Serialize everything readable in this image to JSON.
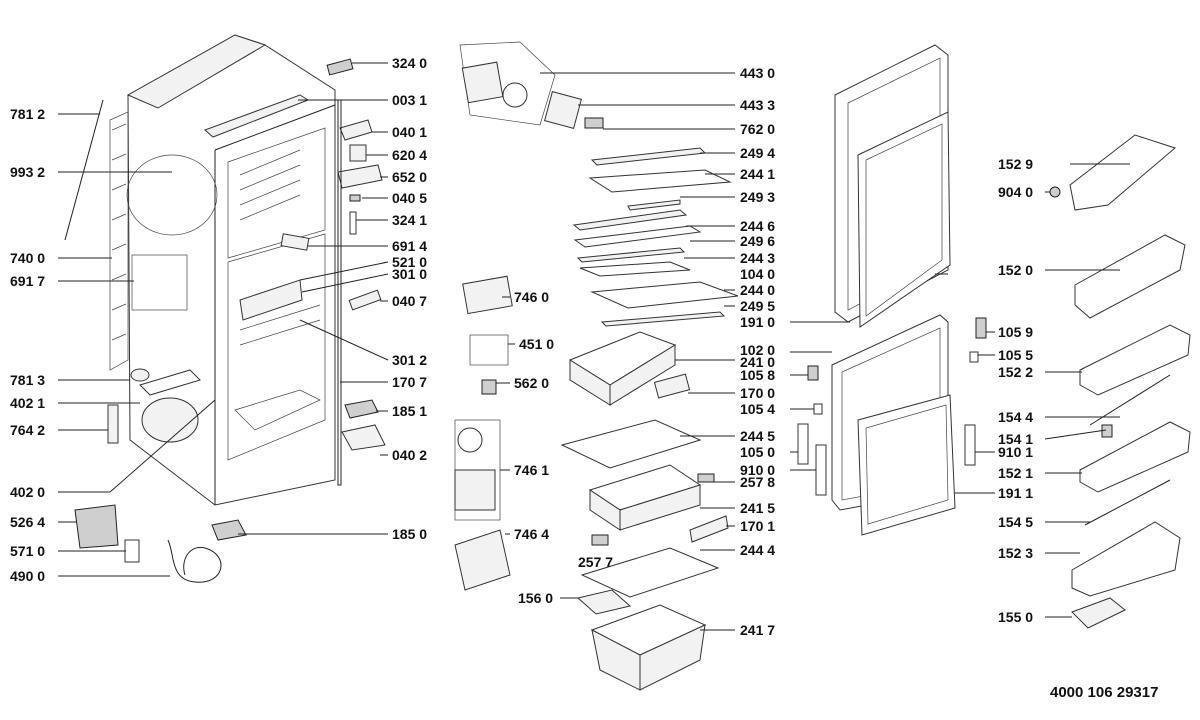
{
  "document_code": "4000 106 29317",
  "callouts": [
    {
      "id": "c3240",
      "label": "324 0"
    },
    {
      "id": "c0031",
      "label": "003 1"
    },
    {
      "id": "c7812",
      "label": "781 2"
    },
    {
      "id": "c0401",
      "label": "040 1"
    },
    {
      "id": "c6204",
      "label": "620 4"
    },
    {
      "id": "c9932",
      "label": "993 2"
    },
    {
      "id": "c6520",
      "label": "652 0"
    },
    {
      "id": "c0405",
      "label": "040 5"
    },
    {
      "id": "c3241",
      "label": "324 1"
    },
    {
      "id": "c6914",
      "label": "691 4"
    },
    {
      "id": "c7400",
      "label": "740 0"
    },
    {
      "id": "c5210",
      "label": "521 0"
    },
    {
      "id": "c3010",
      "label": "301 0"
    },
    {
      "id": "c6917",
      "label": "691 7"
    },
    {
      "id": "c0407",
      "label": "040 7"
    },
    {
      "id": "c3012",
      "label": "301 2"
    },
    {
      "id": "c7813",
      "label": "781 3"
    },
    {
      "id": "c1707",
      "label": "170 7"
    },
    {
      "id": "c4021",
      "label": "402 1"
    },
    {
      "id": "c1851",
      "label": "185 1"
    },
    {
      "id": "c7642",
      "label": "764 2"
    },
    {
      "id": "c0402",
      "label": "040 2"
    },
    {
      "id": "c4020",
      "label": "402 0"
    },
    {
      "id": "c5264",
      "label": "526 4"
    },
    {
      "id": "c1850",
      "label": "185 0"
    },
    {
      "id": "c5710",
      "label": "571 0"
    },
    {
      "id": "c4900",
      "label": "490 0"
    },
    {
      "id": "c4430",
      "label": "443 0"
    },
    {
      "id": "c4433",
      "label": "443 3"
    },
    {
      "id": "c7620",
      "label": "762 0"
    },
    {
      "id": "c2494",
      "label": "249 4"
    },
    {
      "id": "c2441",
      "label": "244 1"
    },
    {
      "id": "c2493",
      "label": "249 3"
    },
    {
      "id": "c2446",
      "label": "244 6"
    },
    {
      "id": "c2496",
      "label": "249 6"
    },
    {
      "id": "c2443",
      "label": "244 3"
    },
    {
      "id": "c1040",
      "label": "104 0"
    },
    {
      "id": "c7460",
      "label": "746 0"
    },
    {
      "id": "c2440",
      "label": "244 0"
    },
    {
      "id": "c2495",
      "label": "249 5"
    },
    {
      "id": "c1910",
      "label": "191 0"
    },
    {
      "id": "c4510",
      "label": "451 0"
    },
    {
      "id": "c1020",
      "label": "102 0"
    },
    {
      "id": "c2410",
      "label": "241 0"
    },
    {
      "id": "c1058",
      "label": "105 8"
    },
    {
      "id": "c5620",
      "label": "562 0"
    },
    {
      "id": "c1700",
      "label": "170 0"
    },
    {
      "id": "c1054",
      "label": "105 4"
    },
    {
      "id": "c2445",
      "label": "244 5"
    },
    {
      "id": "c7461",
      "label": "746 1"
    },
    {
      "id": "c1050",
      "label": "105 0"
    },
    {
      "id": "c9100",
      "label": "910 0"
    },
    {
      "id": "c2578",
      "label": "257 8"
    },
    {
      "id": "c2415",
      "label": "241 5"
    },
    {
      "id": "c7464",
      "label": "746 4"
    },
    {
      "id": "c1701",
      "label": "170 1"
    },
    {
      "id": "c2577",
      "label": "257 7"
    },
    {
      "id": "c2444",
      "label": "244 4"
    },
    {
      "id": "c1560",
      "label": "156 0"
    },
    {
      "id": "c2417",
      "label": "241 7"
    },
    {
      "id": "c1529",
      "label": "152 9"
    },
    {
      "id": "c9040",
      "label": "904 0"
    },
    {
      "id": "c1520",
      "label": "152 0"
    },
    {
      "id": "c1059",
      "label": "105 9"
    },
    {
      "id": "c1055",
      "label": "105 5"
    },
    {
      "id": "c1522",
      "label": "152 2"
    },
    {
      "id": "c1544",
      "label": "154 4"
    },
    {
      "id": "c1541",
      "label": "154 1"
    },
    {
      "id": "c9101",
      "label": "910 1"
    },
    {
      "id": "c1521",
      "label": "152 1"
    },
    {
      "id": "c1911",
      "label": "191 1"
    },
    {
      "id": "c1545",
      "label": "154 5"
    },
    {
      "id": "c1523",
      "label": "152 3"
    },
    {
      "id": "c1550",
      "label": "155 0"
    }
  ]
}
